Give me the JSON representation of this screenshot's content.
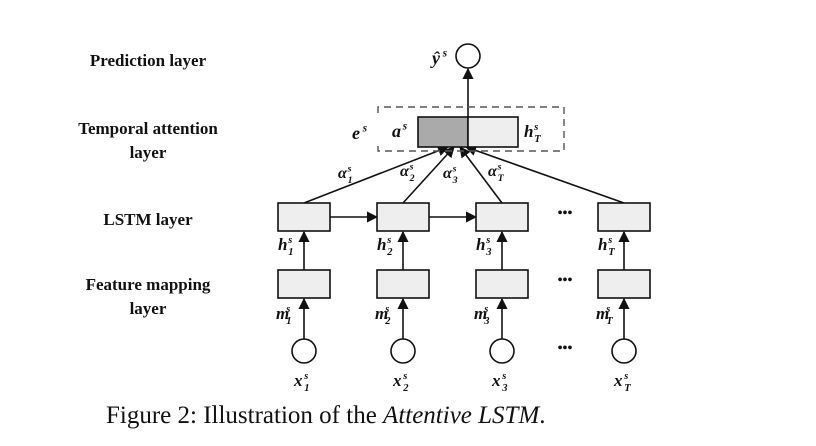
{
  "layers": {
    "prediction": "Prediction layer",
    "attention_line1": "Temporal attention",
    "attention_line2": "layer",
    "lstm": "LSTM layer",
    "mapping_line1": "Feature mapping",
    "mapping_line2": "layer"
  },
  "symbols": {
    "output": "ŷ",
    "output_sup": "s",
    "embedding": "e",
    "embedding_sup": "s",
    "attention_vec": "a",
    "attention_vec_sup": "s",
    "attention_weights": [
      {
        "base": "α",
        "sub": "1",
        "sup": "s"
      },
      {
        "base": "α",
        "sub": "2",
        "sup": "s"
      },
      {
        "base": "α",
        "sub": "3",
        "sup": "s"
      },
      {
        "base": "α",
        "sub": "T",
        "sup": "s"
      }
    ],
    "hidden_last": {
      "base": "h",
      "sub": "T",
      "sup": "s"
    }
  },
  "timesteps": [
    {
      "h": {
        "base": "h",
        "sub": "1",
        "sup": "s"
      },
      "m": {
        "base": "m",
        "sub": "1",
        "sup": "s"
      },
      "x": {
        "base": "x",
        "sub": "1",
        "sup": "s"
      }
    },
    {
      "h": {
        "base": "h",
        "sub": "2",
        "sup": "s"
      },
      "m": {
        "base": "m",
        "sub": "2",
        "sup": "s"
      },
      "x": {
        "base": "x",
        "sub": "2",
        "sup": "s"
      }
    },
    {
      "h": {
        "base": "h",
        "sub": "3",
        "sup": "s"
      },
      "m": {
        "base": "m",
        "sub": "3",
        "sup": "s"
      },
      "x": {
        "base": "x",
        "sub": "3",
        "sup": "s"
      }
    },
    {
      "h": {
        "base": "h",
        "sub": "T",
        "sup": "s"
      },
      "m": {
        "base": "m",
        "sub": "T",
        "sup": "s"
      },
      "x": {
        "base": "x",
        "sub": "T",
        "sup": "s"
      }
    }
  ],
  "ellipsis": "•••",
  "caption": {
    "prefix": "Figure 2: Illustration of the ",
    "emph": "Attentive LSTM",
    "suffix": "."
  },
  "colors": {
    "box_fill": "#eeeeee",
    "attention_fill": "#aaaaaa",
    "stroke": "#111111"
  }
}
